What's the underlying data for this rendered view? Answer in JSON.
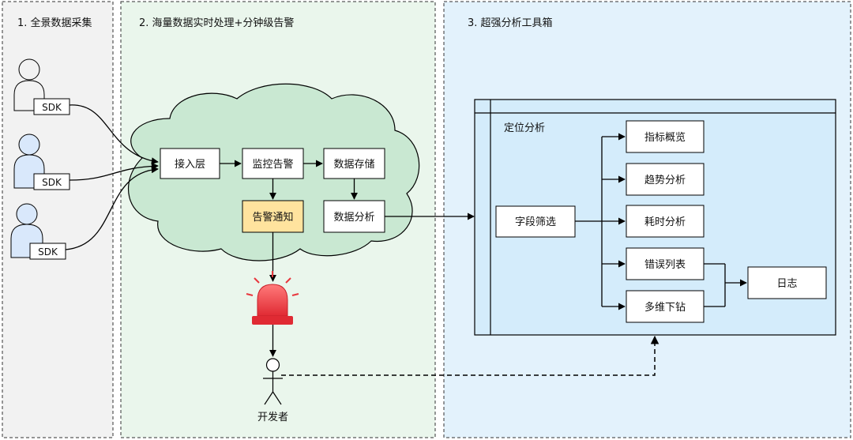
{
  "sections": {
    "collect": "1. 全景数据采集",
    "process": "2. 海量数据实时处理+分钟级告警",
    "analysis": "3. 超强分析工具箱"
  },
  "sdk_label": "SDK",
  "nodes": {
    "access": "接入层",
    "monitor": "监控告警",
    "storage": "数据存储",
    "notify": "告警通知",
    "analyze": "数据分析"
  },
  "toolbox": {
    "title": "定位分析",
    "filter": "字段筛选",
    "overview": "指标概览",
    "trend": "趋势分析",
    "latency": "耗时分析",
    "errors": "错误列表",
    "drill": "多维下钻",
    "log": "日志"
  },
  "developer": "开发者",
  "colors": {
    "collect_bg": "#f2f2f2",
    "process_bg": "#eaf6ec",
    "analysis_bg": "#e3f2fc",
    "cloud_fill": "#c9e8d2",
    "notify_fill": "#ffe39e",
    "toolbox_fill": "#d4ecfb",
    "alarm_red": "#e8373e"
  }
}
